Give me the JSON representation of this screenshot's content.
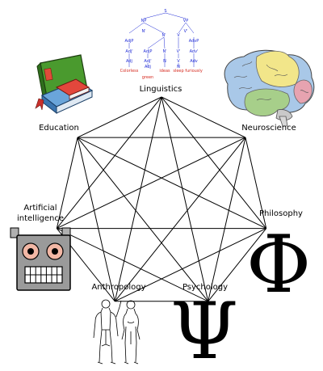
{
  "nodes": [
    {
      "id": "linguistics",
      "label": "Linguistics",
      "icon": "syntax-tree-icon"
    },
    {
      "id": "neuroscience",
      "label": "Neuroscience",
      "icon": "brain-icon"
    },
    {
      "id": "philosophy",
      "label": "Philosophy",
      "icon": "phi-icon"
    },
    {
      "id": "psychology",
      "label": "Psychology",
      "icon": "psi-icon"
    },
    {
      "id": "anthropology",
      "label": "Anthropology",
      "icon": "human-figures-icon"
    },
    {
      "id": "ai",
      "label_line1": "Artificial",
      "label_line2": "intelligence",
      "icon": "robot-icon"
    },
    {
      "id": "education",
      "label": "Education",
      "icon": "books-icon"
    }
  ],
  "symbols": {
    "phi": "Φ",
    "psi": "Ψ"
  },
  "syntax_tree": {
    "nodes": [
      "S",
      "NP",
      "VP",
      "N'",
      "V'",
      "AdjP",
      "N'",
      "V",
      "AdvP",
      "Adj'",
      "AdjP",
      "N'",
      "V'",
      "Adv'",
      "Adj",
      "Adj'",
      "N",
      "V",
      "Adv",
      "Adj",
      "N"
    ],
    "words": [
      "Colorless",
      "green",
      "ideas",
      "sleep",
      "furiously"
    ]
  },
  "colors": {
    "tree_nodes": "#1f2bd6",
    "tree_words": "#d62a1f",
    "edges": "#000000"
  }
}
